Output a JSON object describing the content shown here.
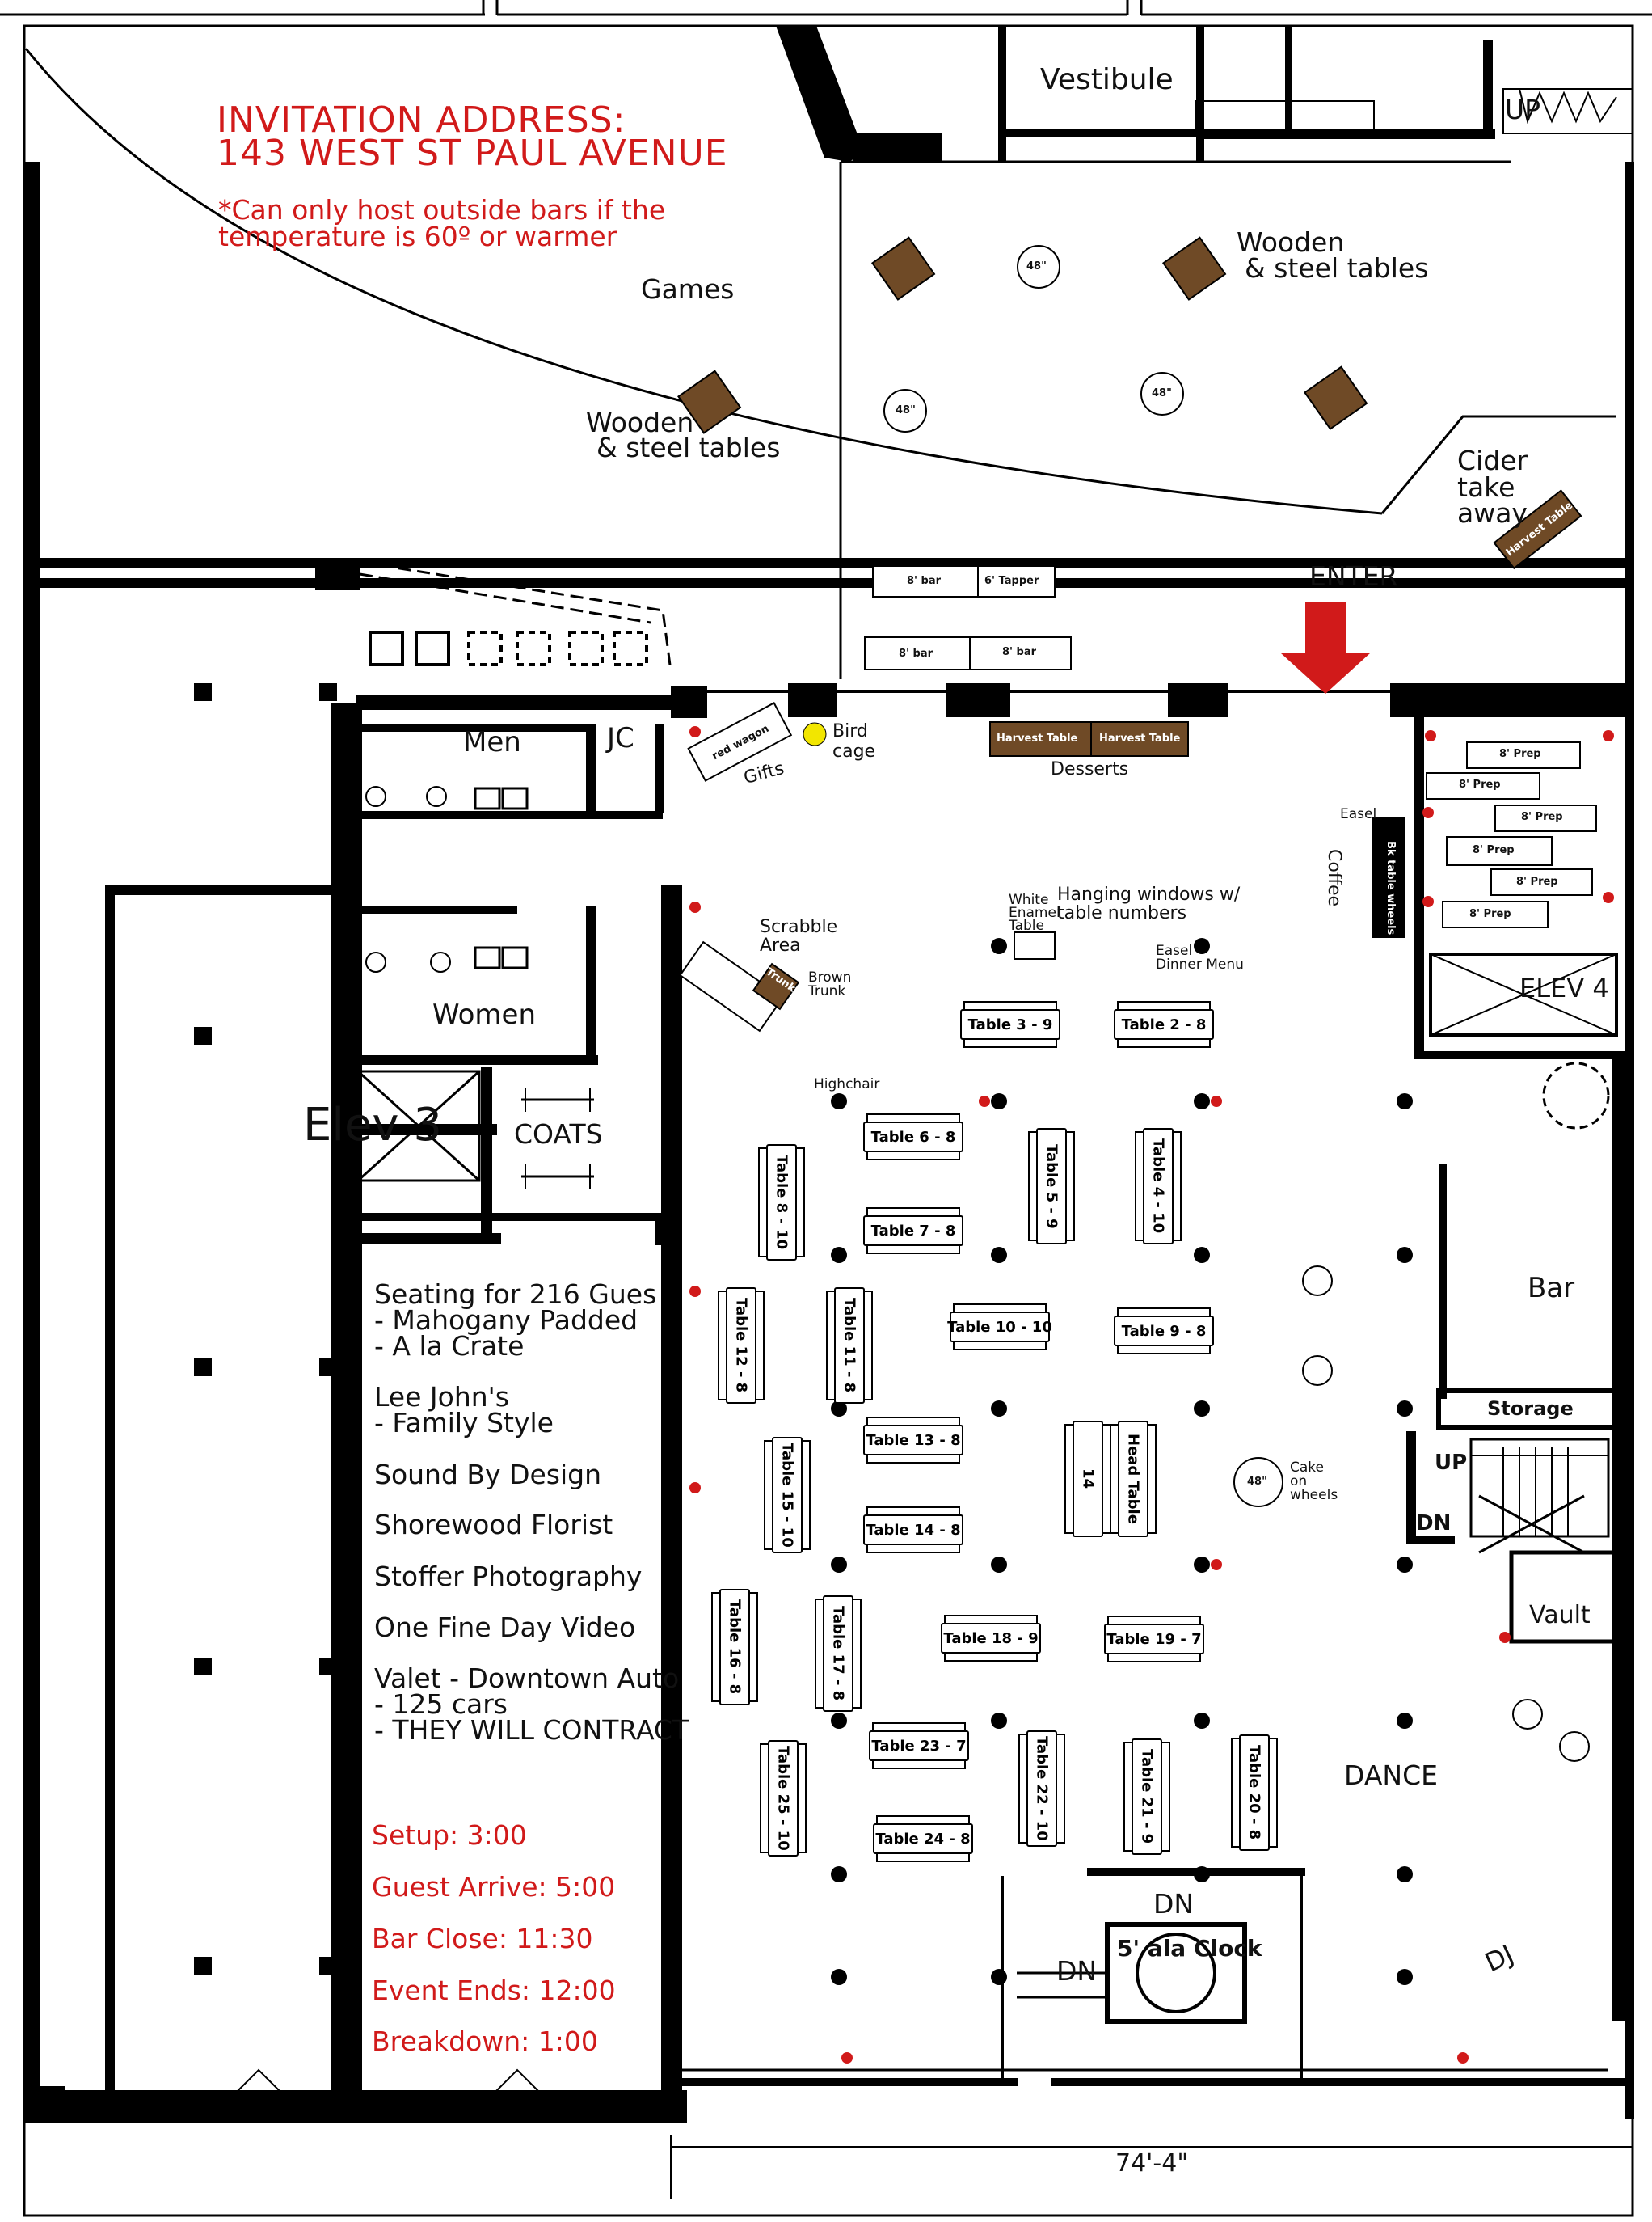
{
  "invitation": {
    "line1": "INVITATION ADDRESS:",
    "line2": "143 WEST ST PAUL AVENUE",
    "note1": "*Can only host outside bars if the",
    "note2": "temperature is 60º or warmer"
  },
  "rooms": {
    "vestibule": "Vestibule",
    "games": "Games",
    "wooden_tables_1a": "Wooden",
    "wooden_tables_1b": "& steel tables",
    "wooden_tables_2a": "Wooden",
    "wooden_tables_2b": "& steel tables",
    "cider_1": "Cider",
    "cider_2": "take",
    "cider_3": "away",
    "enter": "ENTER",
    "men": "Men",
    "jc": "JC",
    "women": "Women",
    "elev3": "Elev 3",
    "coats": "COATS",
    "elev4": "ELEV 4",
    "bar": "Bar",
    "storage": "Storage",
    "vault": "Vault",
    "dance": "DANCE",
    "dj": "DJ",
    "up_top": "UP",
    "up_stair": "UP",
    "dn_stair": "DN",
    "dn_1": "DN",
    "dn_2": "DN",
    "clock": "5' ala Clock",
    "dimension": "74'-4\""
  },
  "labels": {
    "gifts": "Gifts",
    "red_wagon": "red wagon",
    "bird_1": "Bird",
    "bird_2": "cage",
    "desserts": "Desserts",
    "coffee": "Coffee",
    "easel": "Easel",
    "bk_table": "Bk table wheels",
    "scrabble_1": "Scrabble",
    "scrabble_2": "Area",
    "trunk": "Trunk",
    "brown_trunk_1": "Brown",
    "brown_trunk_2": "Trunk",
    "white_enamel_1": "White",
    "white_enamel_2": "Enamel",
    "white_enamel_3": "Table",
    "hanging_1": "Hanging windows w/",
    "hanging_2": "table numbers",
    "easel_menu_1": "Easel",
    "easel_menu_2": "Dinner Menu",
    "highchair": "Highchair",
    "cake_1": "Cake",
    "cake_2": "on",
    "cake_3": "wheels",
    "round48": "48\"",
    "bar8_1": "8' bar",
    "tapper": "6' Tapper",
    "bar8_2": "8' bar",
    "bar8_3": "8' bar",
    "harvest": "Harvest Table",
    "prep": "8' Prep"
  },
  "tables": {
    "t1": "Table 3 - 9",
    "t2": "Table 2 - 8",
    "t3": "Table 6 - 8",
    "t4": "Table 7 - 8",
    "t5": "Table 8 - 10",
    "t6": "Table 5 - 9",
    "t7": "Table 4 - 10",
    "t8": "Table 12 - 8",
    "t9": "Table 11 - 8",
    "t10": "Table 10 - 10",
    "t11": "Table 9 - 8",
    "t12": "Table 13 - 8",
    "t13": "Table 14 - 8",
    "t14": "Table 15 - 10",
    "t15": "Head Table",
    "t15b": "14",
    "t16": "Table 16 - 8",
    "t17": "Table 17 - 8",
    "t18": "Table 18 - 9",
    "t19": "Table 19 - 7",
    "t20": "Table 23 - 7",
    "t21": "Table 24 - 8",
    "t22": "Table 25 - 10",
    "t23": "Table 22 - 10",
    "t24": "Table 21 - 9",
    "t25": "Table 20 - 8"
  },
  "info": {
    "l1": "Seating for 216 Gues",
    "l2": "- Mahogany Padded",
    "l3": "- A la Crate",
    "l4": "Lee John's",
    "l5": "- Family Style",
    "l6": "Sound By Design",
    "l7": "Shorewood Florist",
    "l8": "Stoffer Photography",
    "l9": "One Fine Day Video",
    "l10": "Valet - Downtown Auto",
    "l11": "- 125 cars",
    "l12": "- THEY WILL CONTRACT"
  },
  "schedule": {
    "setup": "Setup: 3:00",
    "arrive": "Guest Arrive: 5:00",
    "bar_close": "Bar Close: 11:30",
    "ends": "Event Ends: 12:00",
    "breakdown": "Breakdown: 1:00"
  },
  "colors": {
    "wall": "#000000",
    "note_red": "#d11a1a",
    "wood": "#6f4a26",
    "arrow": "#d11a1a",
    "yellow": "#f2e600"
  }
}
